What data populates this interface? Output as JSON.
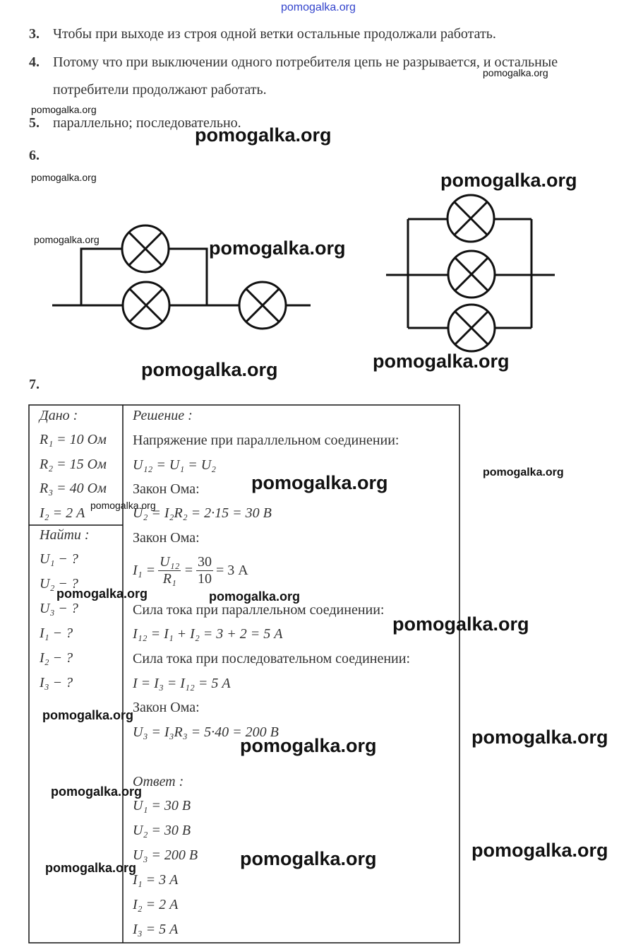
{
  "header": "pomogalka.org",
  "answers": [
    {
      "n": "3.",
      "text": "Чтобы при выходе из строя одной ветки остальные продолжали работать."
    },
    {
      "n": "4.",
      "text": "Потому что при выключении одного потребителя цепь не разрывается, и остальные",
      "text2": "потребители продолжают работать."
    },
    {
      "n": "5.",
      "text": "параллельно; последовательно."
    },
    {
      "n": "6."
    },
    {
      "n": "7."
    }
  ],
  "table": {
    "given_title": "Дано :",
    "given": [
      "R₁ = 10 Ом",
      "R₂ = 15 Ом",
      "R₃ = 40 Ом",
      "I₂ = 2 А"
    ],
    "find_title": "Найти :",
    "find": [
      "U₁ − ?",
      "U₂ − ?",
      "U₃ − ?",
      "I₁ − ?",
      "I₂ − ?",
      "I₃ − ?"
    ],
    "solution_title": "Решение :",
    "solution": [
      "Напряжение при параллельном соединении:",
      "U₁₂ = U₁ = U₂",
      "Закон Ома:",
      "U₂ = I₂R₂ = 2·15 = 30 В",
      "Закон Ома:",
      "Сила тока при параллельном соединении:",
      "I₁₂ = I₁ + I₂ = 3 + 2 = 5 А",
      "Сила тока при последовательном соединении:",
      "I = I₃ = I₁₂ = 5 А",
      "Закон Ома:",
      "U₃ = I₃R₃ = 5·40 = 200 В"
    ],
    "fraction": {
      "lhs": "I₁ =",
      "num1": "U₁₂",
      "den1": "R₁",
      "num2": "30",
      "den2": "10",
      "rhs": "= 3 А"
    },
    "answer_title": "Ответ :",
    "answer": [
      "U₁ = 30 В",
      "U₂ = 30 В",
      "U₃ = 200 В",
      "I₁ = 3 А",
      "I₂ = 2 А",
      "I₃ = 5 А"
    ]
  },
  "watermark": "pomogalka.org"
}
